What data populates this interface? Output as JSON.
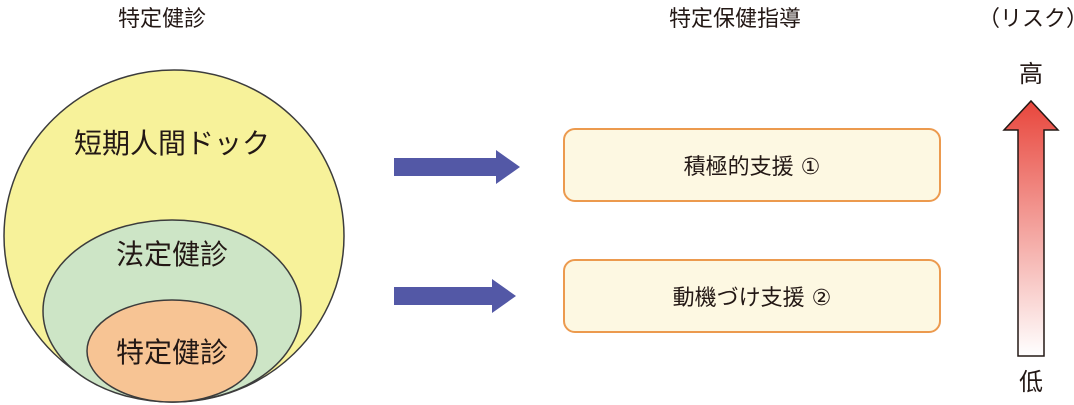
{
  "headings": {
    "left": "特定健診",
    "middle": "特定保健指導",
    "right": "（リスク）"
  },
  "circles": {
    "outer": "短期人間ドック",
    "middle": "法定健診",
    "inner": "特定健診"
  },
  "boxes": {
    "top": "積極的支援 ①",
    "bottom": "動機づけ支援 ②"
  },
  "risk": {
    "high": "高",
    "low": "低"
  },
  "colors": {
    "outer_fill": "#f7f29a",
    "middle_fill": "#cde5c6",
    "inner_fill": "#f7c494",
    "circle_stroke": "#3c3c3c",
    "arrow_fill": "#5358a6",
    "box_border": "#ec9a4e",
    "box_fill": "#fdf8e2",
    "risk_arrow_top": "#e8463c",
    "risk_arrow_bottom": "#ffffff"
  }
}
